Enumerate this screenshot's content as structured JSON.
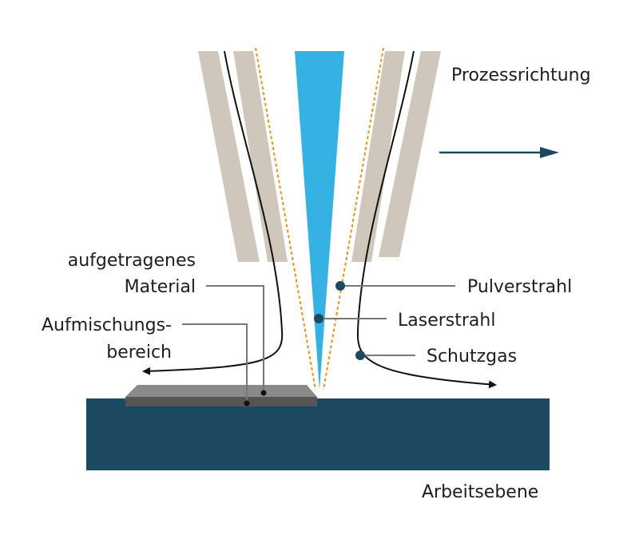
{
  "labels": {
    "process_direction": "Prozessrichtung",
    "applied_material_line1": "aufgetragenes",
    "applied_material_line2": "Material",
    "mixing_zone_line1": "Aufmischungs-",
    "mixing_zone_line2": "bereich",
    "powder_jet": "Pulverstrahl",
    "laser_beam": "Laserstrahl",
    "shielding_gas": "Schutzgas",
    "work_plane": "Arbeitsebene"
  },
  "colors": {
    "nozzle": "#cfc6bc",
    "laser": "#35b1e3",
    "powder_line": "#e7951d",
    "workpiece": "#1c4862",
    "deposit_top": "#8a8a8a",
    "deposit_side": "#555555",
    "leader": "#777777",
    "marker": "#1c4862",
    "arrow": "#1c4862",
    "gas_line": "#111111",
    "text": "#1e1e1e"
  }
}
